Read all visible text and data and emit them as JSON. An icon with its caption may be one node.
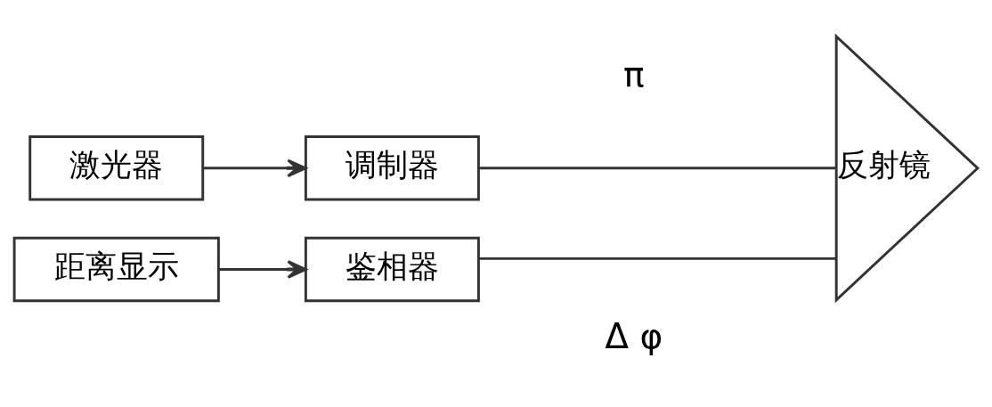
{
  "diagram": {
    "nodes": [
      {
        "text": [
          "激光器"
        ]
      },
      {
        "text": [
          "调制器"
        ]
      },
      {
        "text": [
          "距离显示"
        ]
      },
      {
        "text": [
          "鉴相器"
        ]
      },
      {
        "text": [
          "反射镜"
        ]
      }
    ],
    "edges": [
      {
        "from": 0,
        "to": 1,
        "arrow": "to"
      },
      {
        "from": 2,
        "to": 3,
        "arrow": "to"
      },
      {
        "from": 1,
        "to": 4,
        "arrow": "none"
      },
      {
        "from": 4,
        "to": 3,
        "arrow": "none"
      }
    ],
    "labels": [
      "π",
      "Δ φ"
    ]
  }
}
